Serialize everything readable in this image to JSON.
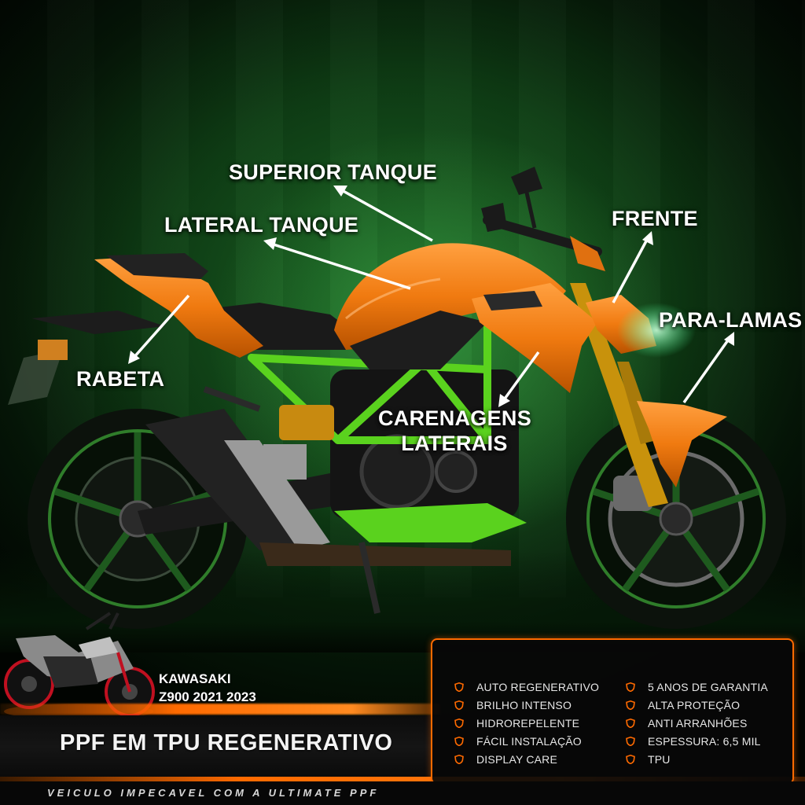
{
  "labels": {
    "superior_tanque": "SUPERIOR TANQUE",
    "lateral_tanque": "LATERAL TANQUE",
    "frente": "FRENTE",
    "para_lamas": "PARA-LAMAS",
    "rabeta": "RABETA",
    "carenagens_line1": "CARENAGENS",
    "carenagens_line2": "LATERAIS"
  },
  "model": {
    "line1": "KAWASAKI",
    "line2": "Z900 2021 2023"
  },
  "title": "PPF EM TPU REGENERATIVO",
  "features_left": [
    "AUTO REGENERATIVO",
    "BRILHO INTENSO",
    "HIDROREPELENTE",
    "FÁCIL INSTALAÇÃO",
    "DISPLAY CARE"
  ],
  "features_right": [
    "5 ANOS DE GARANTIA",
    "ALTA PROTEÇÃO",
    "ANTI ARRANHÕES",
    "ESPESSURA: 6,5 MIL",
    "TPU"
  ],
  "tagline": "VEICULO IMPECAVEL COM A ULTIMATE PPF",
  "colors": {
    "accent_orange": "#ff6a00",
    "frame_green": "#5ad21e",
    "body_orange": "#f07a10",
    "background_green": "#1d6a26"
  }
}
